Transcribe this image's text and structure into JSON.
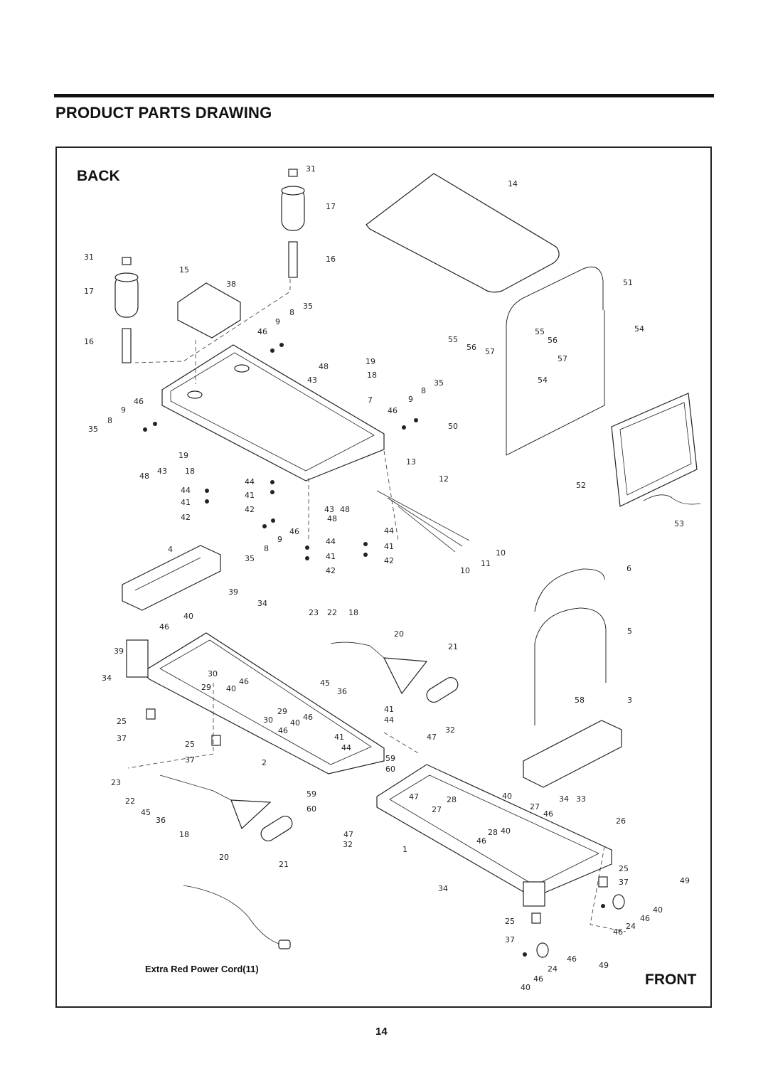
{
  "page": {
    "title": "PRODUCT PARTS DRAWING",
    "page_number": "14"
  },
  "diagram": {
    "back_label": "BACK",
    "front_label": "FRONT",
    "extra_cord_label": "Extra Red Power Cord(11)",
    "callouts": [
      {
        "id": "c31a",
        "text": "31"
      },
      {
        "id": "c14",
        "text": "14"
      },
      {
        "id": "c17a",
        "text": "17"
      },
      {
        "id": "c16a",
        "text": "16"
      },
      {
        "id": "c31b",
        "text": "31"
      },
      {
        "id": "c15",
        "text": "15"
      },
      {
        "id": "c38",
        "text": "38"
      },
      {
        "id": "c17b",
        "text": "17"
      },
      {
        "id": "c16b",
        "text": "16"
      },
      {
        "id": "c51",
        "text": "51"
      },
      {
        "id": "c35a",
        "text": "35"
      },
      {
        "id": "c9a",
        "text": "9"
      },
      {
        "id": "c8a",
        "text": "8"
      },
      {
        "id": "c46a",
        "text": "46"
      },
      {
        "id": "c55a",
        "text": "55"
      },
      {
        "id": "c56a",
        "text": "56"
      },
      {
        "id": "c57a",
        "text": "57"
      },
      {
        "id": "c55b",
        "text": "55"
      },
      {
        "id": "c56b",
        "text": "56"
      },
      {
        "id": "c57b",
        "text": "57"
      },
      {
        "id": "c54a",
        "text": "54"
      },
      {
        "id": "c54b",
        "text": "54"
      },
      {
        "id": "c19a",
        "text": "19"
      },
      {
        "id": "c48a",
        "text": "48"
      },
      {
        "id": "c18a",
        "text": "18"
      },
      {
        "id": "c43a",
        "text": "43"
      },
      {
        "id": "c35b",
        "text": "35"
      },
      {
        "id": "c9b",
        "text": "9"
      },
      {
        "id": "c8b",
        "text": "8"
      },
      {
        "id": "c46b",
        "text": "46"
      },
      {
        "id": "c7",
        "text": "7"
      },
      {
        "id": "c50",
        "text": "50"
      },
      {
        "id": "c46c",
        "text": "46"
      },
      {
        "id": "c9c",
        "text": "9"
      },
      {
        "id": "c8c",
        "text": "8"
      },
      {
        "id": "c35c",
        "text": "35"
      },
      {
        "id": "c19b",
        "text": "19"
      },
      {
        "id": "c18b",
        "text": "18"
      },
      {
        "id": "c48b",
        "text": "48"
      },
      {
        "id": "c43b",
        "text": "43"
      },
      {
        "id": "c13",
        "text": "13"
      },
      {
        "id": "c12",
        "text": "12"
      },
      {
        "id": "c52",
        "text": "52"
      },
      {
        "id": "c44a",
        "text": "44"
      },
      {
        "id": "c41a",
        "text": "41"
      },
      {
        "id": "c42a",
        "text": "42"
      },
      {
        "id": "c44b",
        "text": "44"
      },
      {
        "id": "c41b",
        "text": "41"
      },
      {
        "id": "c42b",
        "text": "42"
      },
      {
        "id": "c48c",
        "text": "48"
      },
      {
        "id": "c43c",
        "text": "43"
      },
      {
        "id": "c48d",
        "text": "48"
      },
      {
        "id": "c53",
        "text": "53"
      },
      {
        "id": "c46d",
        "text": "46"
      },
      {
        "id": "c9d",
        "text": "9"
      },
      {
        "id": "c8d",
        "text": "8"
      },
      {
        "id": "c35d",
        "text": "35"
      },
      {
        "id": "c44c",
        "text": "44"
      },
      {
        "id": "c41c",
        "text": "41"
      },
      {
        "id": "c42c",
        "text": "42"
      },
      {
        "id": "c44d",
        "text": "44"
      },
      {
        "id": "c41d",
        "text": "41"
      },
      {
        "id": "c42d",
        "text": "42"
      },
      {
        "id": "c4",
        "text": "4"
      },
      {
        "id": "c10a",
        "text": "10"
      },
      {
        "id": "c11",
        "text": "11"
      },
      {
        "id": "c10b",
        "text": "10"
      },
      {
        "id": "c6",
        "text": "6"
      },
      {
        "id": "c39a",
        "text": "39"
      },
      {
        "id": "c34a",
        "text": "34"
      },
      {
        "id": "c23a",
        "text": "23"
      },
      {
        "id": "c22a",
        "text": "22"
      },
      {
        "id": "c18c",
        "text": "18"
      },
      {
        "id": "c40a",
        "text": "40"
      },
      {
        "id": "c46e",
        "text": "46"
      },
      {
        "id": "c20a",
        "text": "20"
      },
      {
        "id": "c5",
        "text": "5"
      },
      {
        "id": "c21a",
        "text": "21"
      },
      {
        "id": "c39b",
        "text": "39"
      },
      {
        "id": "c34b",
        "text": "34"
      },
      {
        "id": "c30a",
        "text": "30"
      },
      {
        "id": "c29a",
        "text": "29"
      },
      {
        "id": "c40b",
        "text": "40"
      },
      {
        "id": "c46f",
        "text": "46"
      },
      {
        "id": "c45a",
        "text": "45"
      },
      {
        "id": "c36a",
        "text": "36"
      },
      {
        "id": "c3",
        "text": "3"
      },
      {
        "id": "c58",
        "text": "58"
      },
      {
        "id": "c41e",
        "text": "41"
      },
      {
        "id": "c44e",
        "text": "44"
      },
      {
        "id": "c29b",
        "text": "29"
      },
      {
        "id": "c30b",
        "text": "30"
      },
      {
        "id": "c40c",
        "text": "40"
      },
      {
        "id": "c46g",
        "text": "46"
      },
      {
        "id": "c46h",
        "text": "46"
      },
      {
        "id": "c25a",
        "text": "25"
      },
      {
        "id": "c37a",
        "text": "37"
      },
      {
        "id": "c41f",
        "text": "41"
      },
      {
        "id": "c44f",
        "text": "44"
      },
      {
        "id": "c47a",
        "text": "47"
      },
      {
        "id": "c32a",
        "text": "32"
      },
      {
        "id": "c25b",
        "text": "25"
      },
      {
        "id": "c37b",
        "text": "37"
      },
      {
        "id": "c2",
        "text": "2"
      },
      {
        "id": "c59a",
        "text": "59"
      },
      {
        "id": "c60a",
        "text": "60"
      },
      {
        "id": "c23b",
        "text": "23"
      },
      {
        "id": "c22b",
        "text": "22"
      },
      {
        "id": "c45b",
        "text": "45"
      },
      {
        "id": "c36b",
        "text": "36"
      },
      {
        "id": "c59b",
        "text": "59"
      },
      {
        "id": "c60b",
        "text": "60"
      },
      {
        "id": "c47b",
        "text": "47"
      },
      {
        "id": "c28a",
        "text": "28"
      },
      {
        "id": "c40d",
        "text": "40"
      },
      {
        "id": "c27a",
        "text": "27"
      },
      {
        "id": "c34c",
        "text": "34"
      },
      {
        "id": "c33",
        "text": "33"
      },
      {
        "id": "c27b",
        "text": "27"
      },
      {
        "id": "c46i",
        "text": "46"
      },
      {
        "id": "c26",
        "text": "26"
      },
      {
        "id": "c18d",
        "text": "18"
      },
      {
        "id": "c20b",
        "text": "20"
      },
      {
        "id": "c21b",
        "text": "21"
      },
      {
        "id": "c47c",
        "text": "47"
      },
      {
        "id": "c32b",
        "text": "32"
      },
      {
        "id": "c46j",
        "text": "46"
      },
      {
        "id": "c28b",
        "text": "28"
      },
      {
        "id": "c40e",
        "text": "40"
      },
      {
        "id": "c1",
        "text": "1"
      },
      {
        "id": "c25c",
        "text": "25"
      },
      {
        "id": "c37c",
        "text": "37"
      },
      {
        "id": "c49a",
        "text": "49"
      },
      {
        "id": "c34d",
        "text": "34"
      },
      {
        "id": "c46k",
        "text": "46"
      },
      {
        "id": "c40f",
        "text": "40"
      },
      {
        "id": "c25d",
        "text": "25"
      },
      {
        "id": "c46l",
        "text": "46"
      },
      {
        "id": "c24a",
        "text": "24"
      },
      {
        "id": "c37d",
        "text": "37"
      },
      {
        "id": "c46m",
        "text": "46"
      },
      {
        "id": "c24b",
        "text": "24"
      },
      {
        "id": "c49b",
        "text": "49"
      },
      {
        "id": "c40g",
        "text": "40"
      },
      {
        "id": "c46n",
        "text": "46"
      }
    ]
  }
}
